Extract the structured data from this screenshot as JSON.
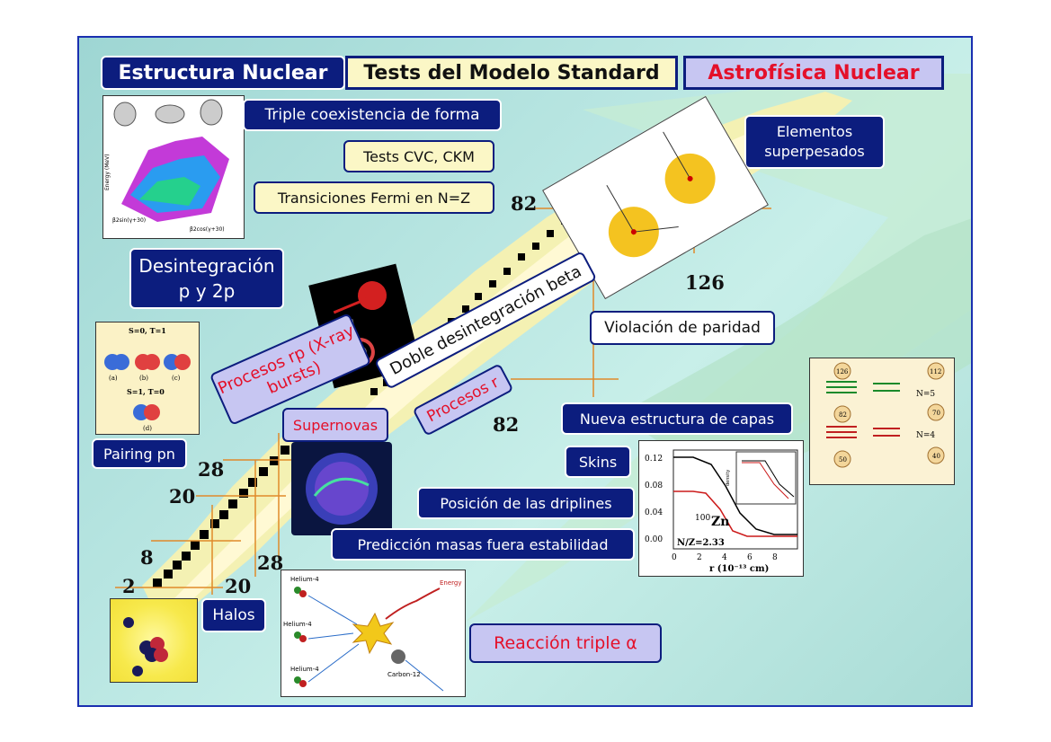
{
  "header": {
    "left": "Estructura Nuclear",
    "center": "Tests del Modelo Standard",
    "right": "Astrofísica Nuclear"
  },
  "labels": {
    "triple_forma": "Triple coexistencia de forma",
    "tests_cvc": "Tests CVC, CKM",
    "fermi": "Transiciones Fermi en N=Z",
    "elementos": "Elementos superpesados",
    "desintegracion": "Desintegración p y 2p",
    "doble_beta": "Doble desintegración beta",
    "violacion": "Violación de paridad",
    "procesos_rp": "Procesos rp (X-ray bursts)",
    "procesos_r": "Procesos r",
    "supernovas": "Supernovas",
    "pairing": "Pairing pn",
    "nueva_capas": "Nueva estructura de capas",
    "skins": "Skins",
    "driplines": "Posición de las driplines",
    "masas": "Predicción masas fuera estabilidad",
    "halos": "Halos",
    "triple_alpha": "Reacción triple α"
  },
  "magic_numbers": {
    "n82_top": "82",
    "n126": "126",
    "n82_mid": "82",
    "n28_left": "28",
    "n20_left": "20",
    "n8": "8",
    "n2": "2",
    "n28_bottom": "28",
    "n20_bottom": "20"
  },
  "pairing_fig": {
    "top": "S=0, T=1",
    "bottom": "S=1, T=0",
    "a": "(a)",
    "b": "(b)",
    "c": "(c)",
    "d": "(d)"
  },
  "shape_fig": {
    "ylabel": "Energy (MeV)",
    "xlabel1": "β2cos(γ+30)",
    "xlabel2": "β2sin(γ+30)"
  },
  "skin_chart": {
    "nucleus": "Zn",
    "mass": "100",
    "ratio": "N/Z=2.33",
    "xlabel": "r (10⁻¹³ cm)",
    "inset_ylabel": "density",
    "yticks": [
      "0.12",
      "0.08",
      "0.04",
      "0.00"
    ],
    "xticks": [
      "0",
      "2",
      "4",
      "6",
      "8"
    ]
  },
  "alpha_fig": {
    "he1": "Helium-4",
    "he2": "Helium-4",
    "he3": "Helium-4",
    "energy": "Energy",
    "carbon": "Carbon-12"
  },
  "shell_fig": {
    "c126": "126",
    "c112": "112",
    "c82": "82",
    "c70": "70",
    "c50": "50",
    "c40": "40",
    "n5": "N=5",
    "n4": "N=4"
  },
  "colors": {
    "navy": "#0c1d7e",
    "cream": "#fbf7c6",
    "lavender": "#c7c6f2",
    "red": "#e4102a"
  }
}
